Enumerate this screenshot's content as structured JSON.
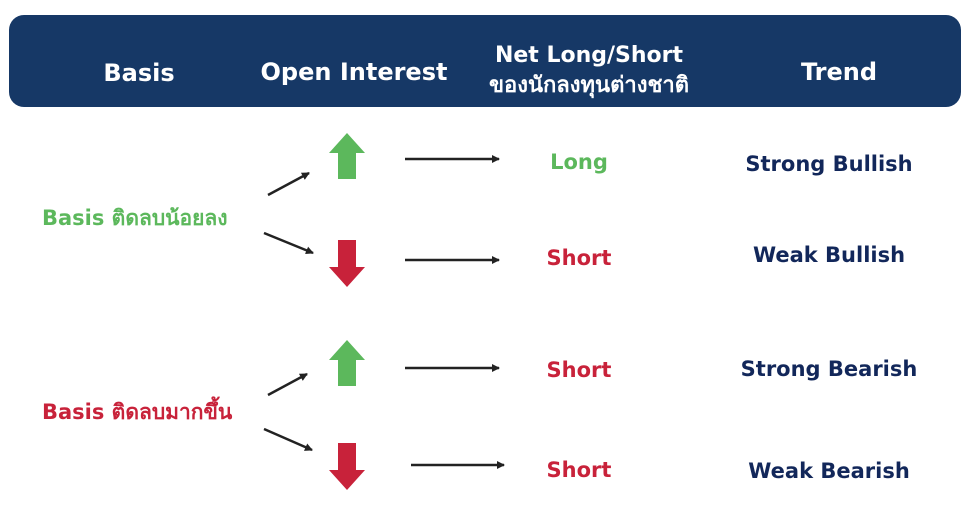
{
  "header": {
    "col_basis": "Basis",
    "col_open_interest": "Open Interest",
    "col_net_line1": "Net Long/Short",
    "col_net_line2": "ของนักลงทุนต่างชาติ",
    "col_trend": "Trend"
  },
  "groups": [
    {
      "label": "Basis ติดลบน้อยลง",
      "color": "#5cb85c",
      "rows": [
        {
          "oi_direction": "up",
          "position": "Long",
          "position_color": "#5cb85c",
          "trend": "Strong Bullish"
        },
        {
          "oi_direction": "down",
          "position": "Short",
          "position_color": "#c8223a",
          "trend": "Weak Bullish"
        }
      ]
    },
    {
      "label": "Basis ติดลบมากขึ้น",
      "color": "#c8223a",
      "rows": [
        {
          "oi_direction": "up",
          "position": "Short",
          "position_color": "#c8223a",
          "trend": "Strong Bearish"
        },
        {
          "oi_direction": "down",
          "position": "Short",
          "position_color": "#c8223a",
          "trend": "Weak Bearish"
        }
      ]
    }
  ],
  "colors": {
    "header_bg": "#163866",
    "up_arrow": "#5cb85c",
    "down_arrow": "#c8223a",
    "trend_text": "#12275a",
    "connector": "#222222"
  }
}
